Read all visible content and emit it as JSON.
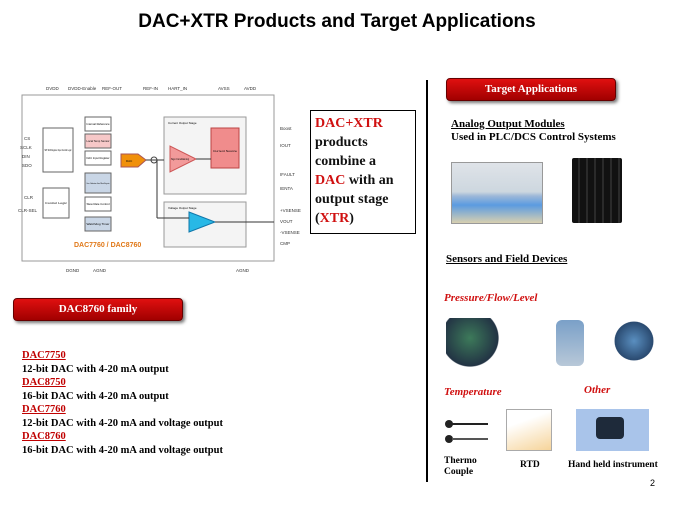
{
  "title": "DAC+XTR Products and Target Applications",
  "diagram": {
    "pins_top": [
      "DVDD",
      "DVDD-Enable",
      "REF-OUT",
      "REF-IN",
      "HART_IN",
      "AVSS",
      "AVDD"
    ],
    "pins_left": [
      "CS",
      "SCLK",
      "DIN",
      "SDO",
      "CLR",
      "CLR-SEL"
    ],
    "pins_right": [
      "Boost",
      "IOUT",
      "IFAULT",
      "IENTA",
      "+VSENSE",
      "VOUT",
      "-VSENSE",
      "CMP"
    ],
    "pins_bottom": [
      "DGND",
      "AGND",
      "AGND"
    ],
    "blocks": {
      "spi": "SPI Shift Register Input Control Logic",
      "control": "Control Logic",
      "ref": "Internal Reference",
      "temp": "Local Temp Sensor",
      "dacreg": "DAC Input Register",
      "cal": "User Calibration Gain/Offset Register",
      "slew": "Slew Rate Control",
      "watchdog": "Watchdog Timer",
      "dac": "DAC",
      "current_stage": "Current Output Stage",
      "sig": "Sign Conditioning",
      "source": "Current Source",
      "voltage_stage": "Voltage Output Stage"
    },
    "part_label": "DAC7760 / DAC8760"
  },
  "xtr_box": {
    "l1": "DAC+XTR",
    "l2": "products",
    "l3": "combine a",
    "l4a": "DAC",
    "l4b": " with an",
    "l5": "output stage",
    "l6a": "(",
    "l6b": "XTR",
    "l6c": ")"
  },
  "family": {
    "button": "DAC8760 family",
    "items": [
      {
        "name": "DAC7750",
        "desc": "12-bit DAC with  4-20 mA output"
      },
      {
        "name": "DAC8750",
        "desc": "16-bit DAC with  4-20 mA output"
      },
      {
        "name": "DAC7760",
        "desc": "12-bit DAC with   4-20 mA and voltage output"
      },
      {
        "name": "DAC8760",
        "desc": "16-bit DAC with  4-20 mA and voltage output"
      }
    ]
  },
  "apps": {
    "button": "Target Applications",
    "analog_heading": "Analog Output  Modules ",
    "analog_sub": "Used in PLC/DCS Control Systems",
    "sensors_heading": "Sensors and Field Devices",
    "pressure": "Pressure/Flow/Level",
    "temperature": "Temperature",
    "other": "Other",
    "thermo": "Thermo Couple",
    "rtd": "RTD",
    "handheld": "Hand held instrument"
  },
  "page_number": "2"
}
